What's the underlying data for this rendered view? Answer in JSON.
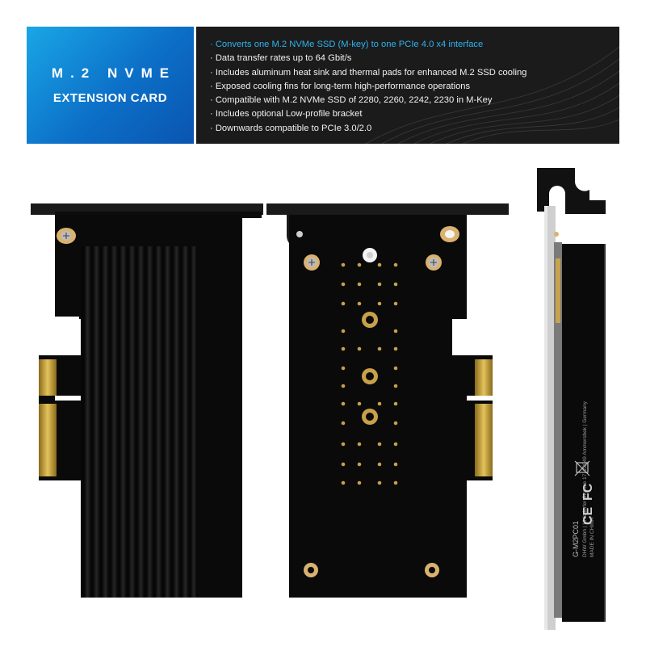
{
  "banner": {
    "title_line1": "M.2 NVME",
    "title_line2": "EXTENSION CARD",
    "accent_color": "#1aa6e6",
    "features": [
      "Converts one M.2 NVMe SSD (M-key) to one PCIe 4.0 x4 interface",
      "Data transfer rates up to 64 Gbit/s",
      "Includes aluminum heat sink and thermal pads for enhanced M.2 SSD cooling",
      "Exposed cooling fins for long-term high-performance operations",
      "Compatible with M.2 NVMe SSD of 2280, 2260, 2242, 2230 in M-Key",
      "Includes optional Low-profile bracket",
      "Downwards compatible to PCIe 3.0/2.0"
    ]
  },
  "side_label": {
    "model": "G-M2PC01",
    "address": "DHW Gmbh | Uhlsdorfer Strasse 17, 22949 Ammersbek | Germany",
    "origin": "MADE IN CHINA",
    "marks": [
      "CE",
      "FC"
    ]
  }
}
